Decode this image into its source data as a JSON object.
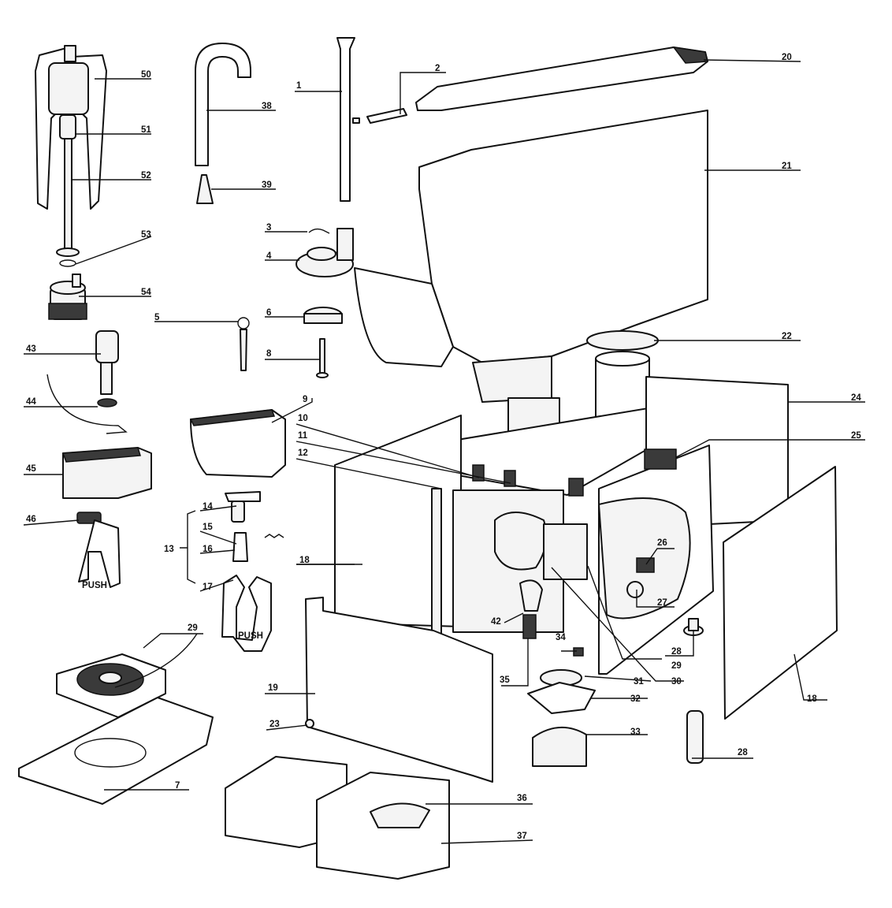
{
  "diagram": {
    "callouts": [
      {
        "id": "c50",
        "text": "50"
      },
      {
        "id": "c51",
        "text": "51"
      },
      {
        "id": "c52",
        "text": "52"
      },
      {
        "id": "c53",
        "text": "53"
      },
      {
        "id": "c54",
        "text": "54"
      },
      {
        "id": "c43",
        "text": "43"
      },
      {
        "id": "c44",
        "text": "44"
      },
      {
        "id": "c45",
        "text": "45"
      },
      {
        "id": "c46",
        "text": "46"
      },
      {
        "id": "c38",
        "text": "38"
      },
      {
        "id": "c39",
        "text": "39"
      },
      {
        "id": "c1",
        "text": "1"
      },
      {
        "id": "c2",
        "text": "2"
      },
      {
        "id": "c3",
        "text": "3"
      },
      {
        "id": "c4",
        "text": "4"
      },
      {
        "id": "c5",
        "text": "5"
      },
      {
        "id": "c6",
        "text": "6"
      },
      {
        "id": "c8",
        "text": "8"
      },
      {
        "id": "c9",
        "text": "9"
      },
      {
        "id": "c10",
        "text": "10"
      },
      {
        "id": "c11",
        "text": "11"
      },
      {
        "id": "c12",
        "text": "12"
      },
      {
        "id": "c13",
        "text": "13"
      },
      {
        "id": "c14",
        "text": "14"
      },
      {
        "id": "c15",
        "text": "15"
      },
      {
        "id": "c16",
        "text": "16"
      },
      {
        "id": "c17",
        "text": "17"
      },
      {
        "id": "c18a",
        "text": "18"
      },
      {
        "id": "c18b",
        "text": "18"
      },
      {
        "id": "c19",
        "text": "19"
      },
      {
        "id": "c20",
        "text": "20"
      },
      {
        "id": "c21",
        "text": "21"
      },
      {
        "id": "c22",
        "text": "22"
      },
      {
        "id": "c23",
        "text": "23"
      },
      {
        "id": "c24",
        "text": "24"
      },
      {
        "id": "c25",
        "text": "25"
      },
      {
        "id": "c26",
        "text": "26"
      },
      {
        "id": "c27",
        "text": "27"
      },
      {
        "id": "c28a",
        "text": "28"
      },
      {
        "id": "c28b",
        "text": "28"
      },
      {
        "id": "c29a",
        "text": "29"
      },
      {
        "id": "c29b",
        "text": "29"
      },
      {
        "id": "c30",
        "text": "30"
      },
      {
        "id": "c31",
        "text": "31"
      },
      {
        "id": "c32",
        "text": "32"
      },
      {
        "id": "c33",
        "text": "33"
      },
      {
        "id": "c34",
        "text": "34"
      },
      {
        "id": "c35",
        "text": "35"
      },
      {
        "id": "c36",
        "text": "36"
      },
      {
        "id": "c37",
        "text": "37"
      },
      {
        "id": "c42",
        "text": "42"
      },
      {
        "id": "c7",
        "text": "7"
      }
    ],
    "stamps": {
      "push_1": "PUSH",
      "push_2": "PUSH"
    },
    "colors": {
      "ink": "#111111",
      "paper": "#ffffff"
    }
  }
}
